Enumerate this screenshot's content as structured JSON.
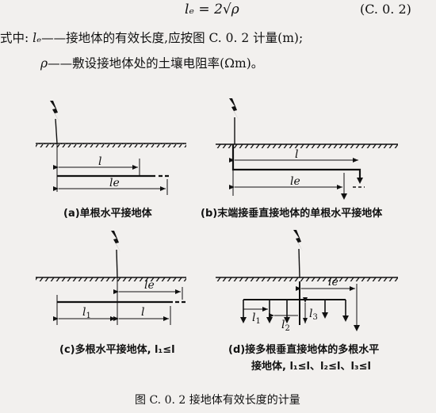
{
  "formula": {
    "text": "lₑ = 2√ρ",
    "number": "(C. 0. 2)"
  },
  "definitions": {
    "prefix": "式中:",
    "le_symbol": "lₑ",
    "le_text": "——接地体的有效长度,应按图 C. 0. 2 计量(m);",
    "rho_symbol": "ρ",
    "rho_text": "——敷设接地体处的土壤电阻率(Ωm)。"
  },
  "diagrams": {
    "label_l": "l",
    "label_le": "le",
    "label_l1": "l1",
    "label_l2": "l2",
    "label_l3": "l3",
    "caption_a": "(a)单根水平接地体",
    "caption_b": "(b)末端接垂直接地体的单根水平接地体",
    "caption_c": "(c)多根水平接地体, l₁≤l",
    "caption_d_line1": "(d)接多根垂直接地体的多根水平",
    "caption_d_line2": "接地体, l₁≤l、l₂≤l、l₃≤l"
  },
  "figure_title": "图 C. 0. 2   接地体有效长度的计量"
}
